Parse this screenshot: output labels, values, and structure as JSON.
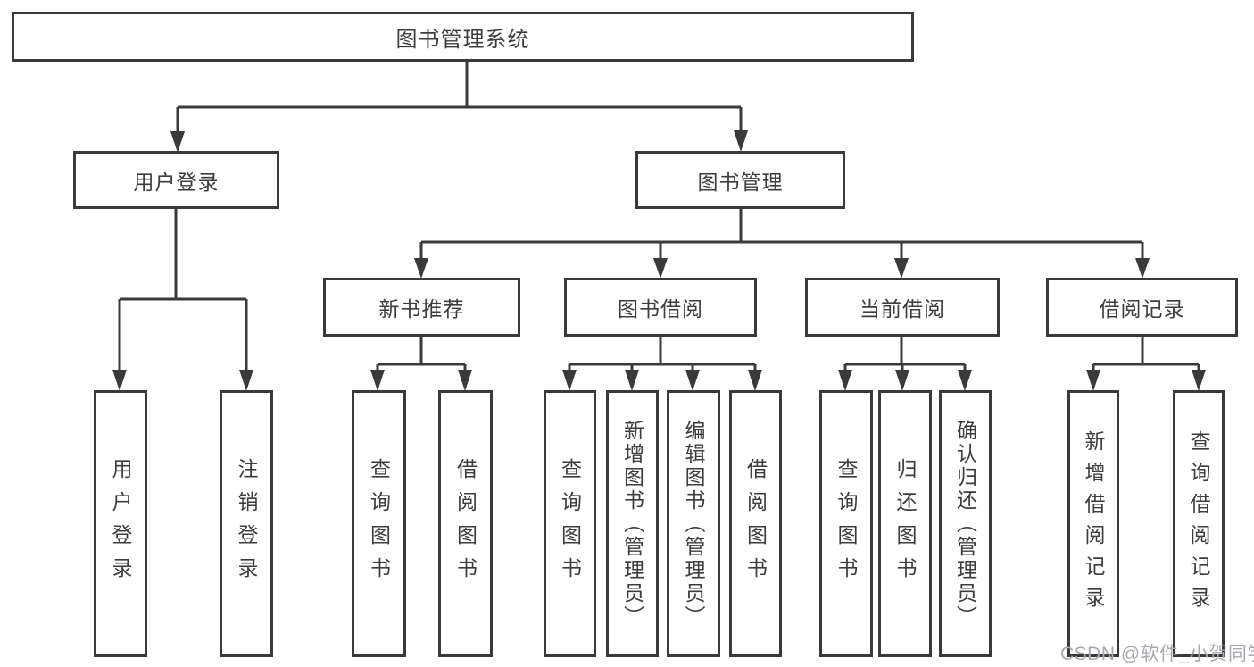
{
  "tree": {
    "label": "图书管理系统",
    "children": [
      {
        "label": "用户登录",
        "children": [
          {
            "label": "用户登录"
          },
          {
            "label": "注销登录"
          }
        ]
      },
      {
        "label": "图书管理",
        "children": [
          {
            "label": "新书推荐",
            "children": [
              {
                "label": "查询图书"
              },
              {
                "label": "借阅图书"
              }
            ]
          },
          {
            "label": "图书借阅",
            "children": [
              {
                "label": "查询图书"
              },
              {
                "label": "新增图书（管理员）"
              },
              {
                "label": "编辑图书（管理员）"
              },
              {
                "label": "借阅图书"
              }
            ]
          },
          {
            "label": "当前借阅",
            "children": [
              {
                "label": "查询图书"
              },
              {
                "label": "归还图书"
              },
              {
                "label": "确认归还（管理员）"
              }
            ]
          },
          {
            "label": "借阅记录",
            "children": [
              {
                "label": "新增借阅记录"
              },
              {
                "label": "查询借阅记录"
              }
            ]
          }
        ]
      }
    ]
  },
  "watermark": {
    "text": "CSDN @软件_小贺同学",
    "color": "#a9a9af"
  },
  "colors": {
    "line": "#3a3a3a",
    "text": "#3d3d3d",
    "background": "#ffffff"
  }
}
